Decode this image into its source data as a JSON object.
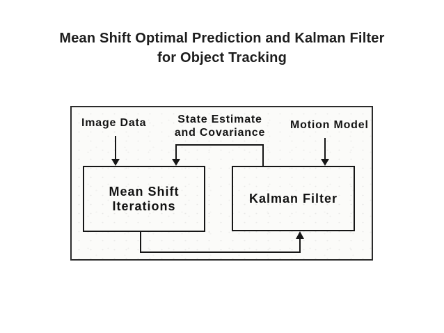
{
  "slide": {
    "title": "Mean Shift Optimal Prediction and Kalman Filter for Object Tracking",
    "title_lines": [
      "Mean Shift Optimal Prediction and Kalman Filter",
      "for Object Tracking"
    ]
  },
  "diagram": {
    "labels": {
      "image_data": "Image Data",
      "state_estimate_line1": "State Estimate",
      "state_estimate_line2": "and Covariance",
      "motion_model": "Motion Model"
    },
    "boxes": {
      "mean_shift": "Mean Shift Iterations",
      "kalman": "Kalman Filter"
    },
    "arrows": [
      {
        "name": "image-data-to-mean-shift-arrow",
        "direction": "down",
        "from": "Image Data",
        "to": "Mean Shift Iterations"
      },
      {
        "name": "state-estimate-to-mean-shift-arrow",
        "direction": "down",
        "from": "Kalman Filter",
        "to": "Mean Shift Iterations",
        "label": "State Estimate and Covariance"
      },
      {
        "name": "motion-model-to-kalman-arrow",
        "direction": "down",
        "from": "Motion Model",
        "to": "Kalman Filter"
      },
      {
        "name": "mean-shift-feedback-to-kalman-arrow",
        "direction": "up",
        "from": "Mean Shift Iterations",
        "to": "Kalman Filter"
      }
    ],
    "colors": {
      "ink": "#161616",
      "diagram_background": "#fbfbf9",
      "slide_background": "#ffffff"
    }
  }
}
